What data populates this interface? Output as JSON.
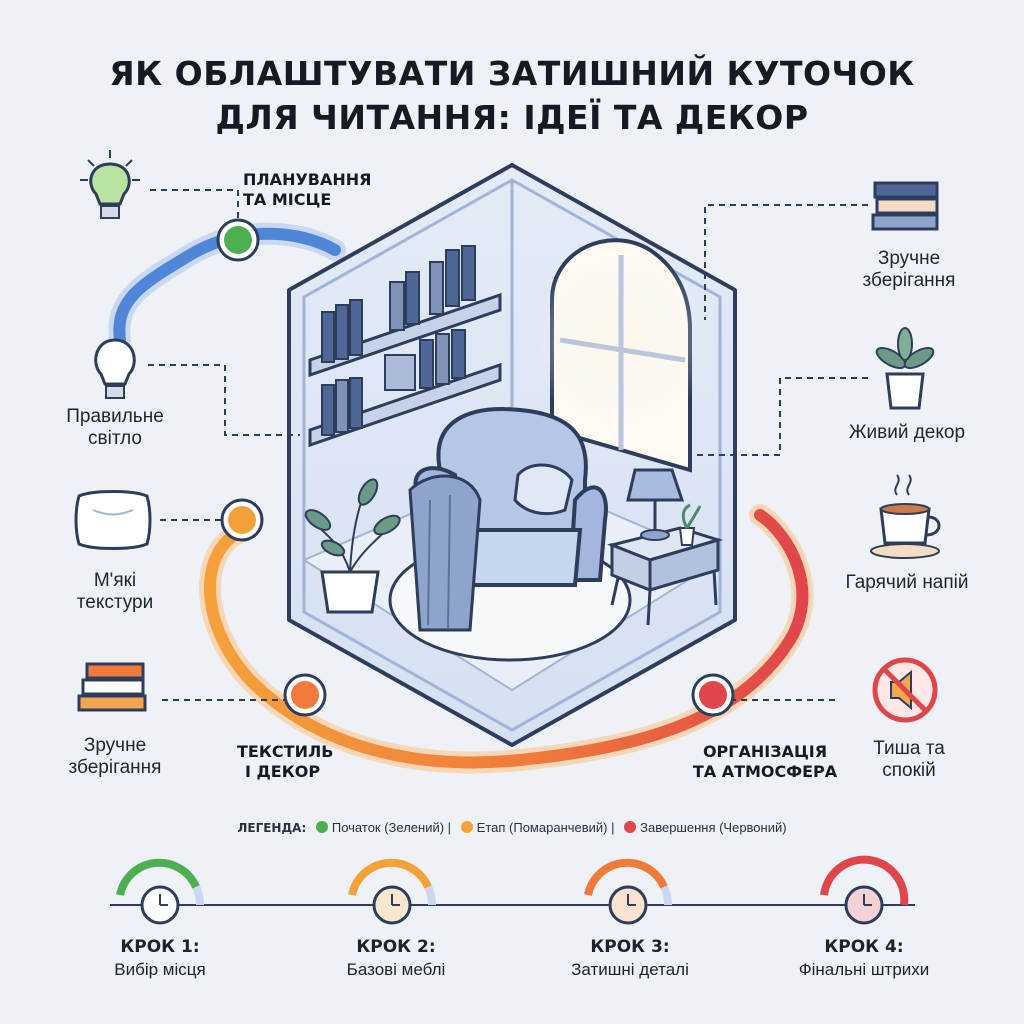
{
  "title": {
    "line1": "ЯК ОБЛАШТУВАТИ ЗАТИШНИЙ КУТОЧОК",
    "line2": "ДЛЯ ЧИТАННЯ: ІДЕЇ ТА ДЕКОР"
  },
  "stages": {
    "planning": {
      "line1": "ПЛАНУВАННЯ",
      "line2": "ТА МІСЦЕ"
    },
    "textile": {
      "line1": "ТЕКСТИЛЬ",
      "line2": "І ДЕКОР"
    },
    "organization": {
      "line1": "ОРГАНІЗАЦІЯ",
      "line2": "ТА АТМОСФЕРА"
    }
  },
  "left_items": [
    {
      "line1": "Правильне",
      "line2": "світло",
      "icon": "lightbulb-icon"
    },
    {
      "line1": "М'які",
      "line2": "текстури",
      "icon": "pillow-icon"
    },
    {
      "line1": "Зручне",
      "line2": "зберігання",
      "icon": "books-icon"
    }
  ],
  "right_items": [
    {
      "line1": "Зручне",
      "line2": "зберігання",
      "icon": "book-stack-icon"
    },
    {
      "line1": "Живий декор",
      "line2": "",
      "icon": "plant-icon"
    },
    {
      "line1": "Гарячий напій",
      "line2": "",
      "icon": "tea-cup-icon"
    },
    {
      "line1": "Тиша та",
      "line2": "спокій",
      "icon": "mute-icon"
    }
  ],
  "legend": {
    "heading": "ЛЕГЕНДА:",
    "start": "Початок (Зелений) |",
    "stage": "Етап (Помаранчевий) |",
    "finish": "Завершення (Червоний)"
  },
  "steps": [
    {
      "title": "КРОК 1:",
      "subtitle": "Вибір місця",
      "color": "#4caf50"
    },
    {
      "title": "КРОК 2:",
      "subtitle": "Базові меблі",
      "color": "#f5a13a"
    },
    {
      "title": "КРОК 3:",
      "subtitle": "Затишні деталі",
      "color": "#f07a3a"
    },
    {
      "title": "КРОК 4:",
      "subtitle": "Фінальні штрихи",
      "color": "#e0454a"
    }
  ],
  "colors": {
    "start": "#4caf50",
    "stage": "#f5a13a",
    "finish": "#e0454a",
    "path_blue": "#4f86d8",
    "outline": "#2f3d5c"
  }
}
